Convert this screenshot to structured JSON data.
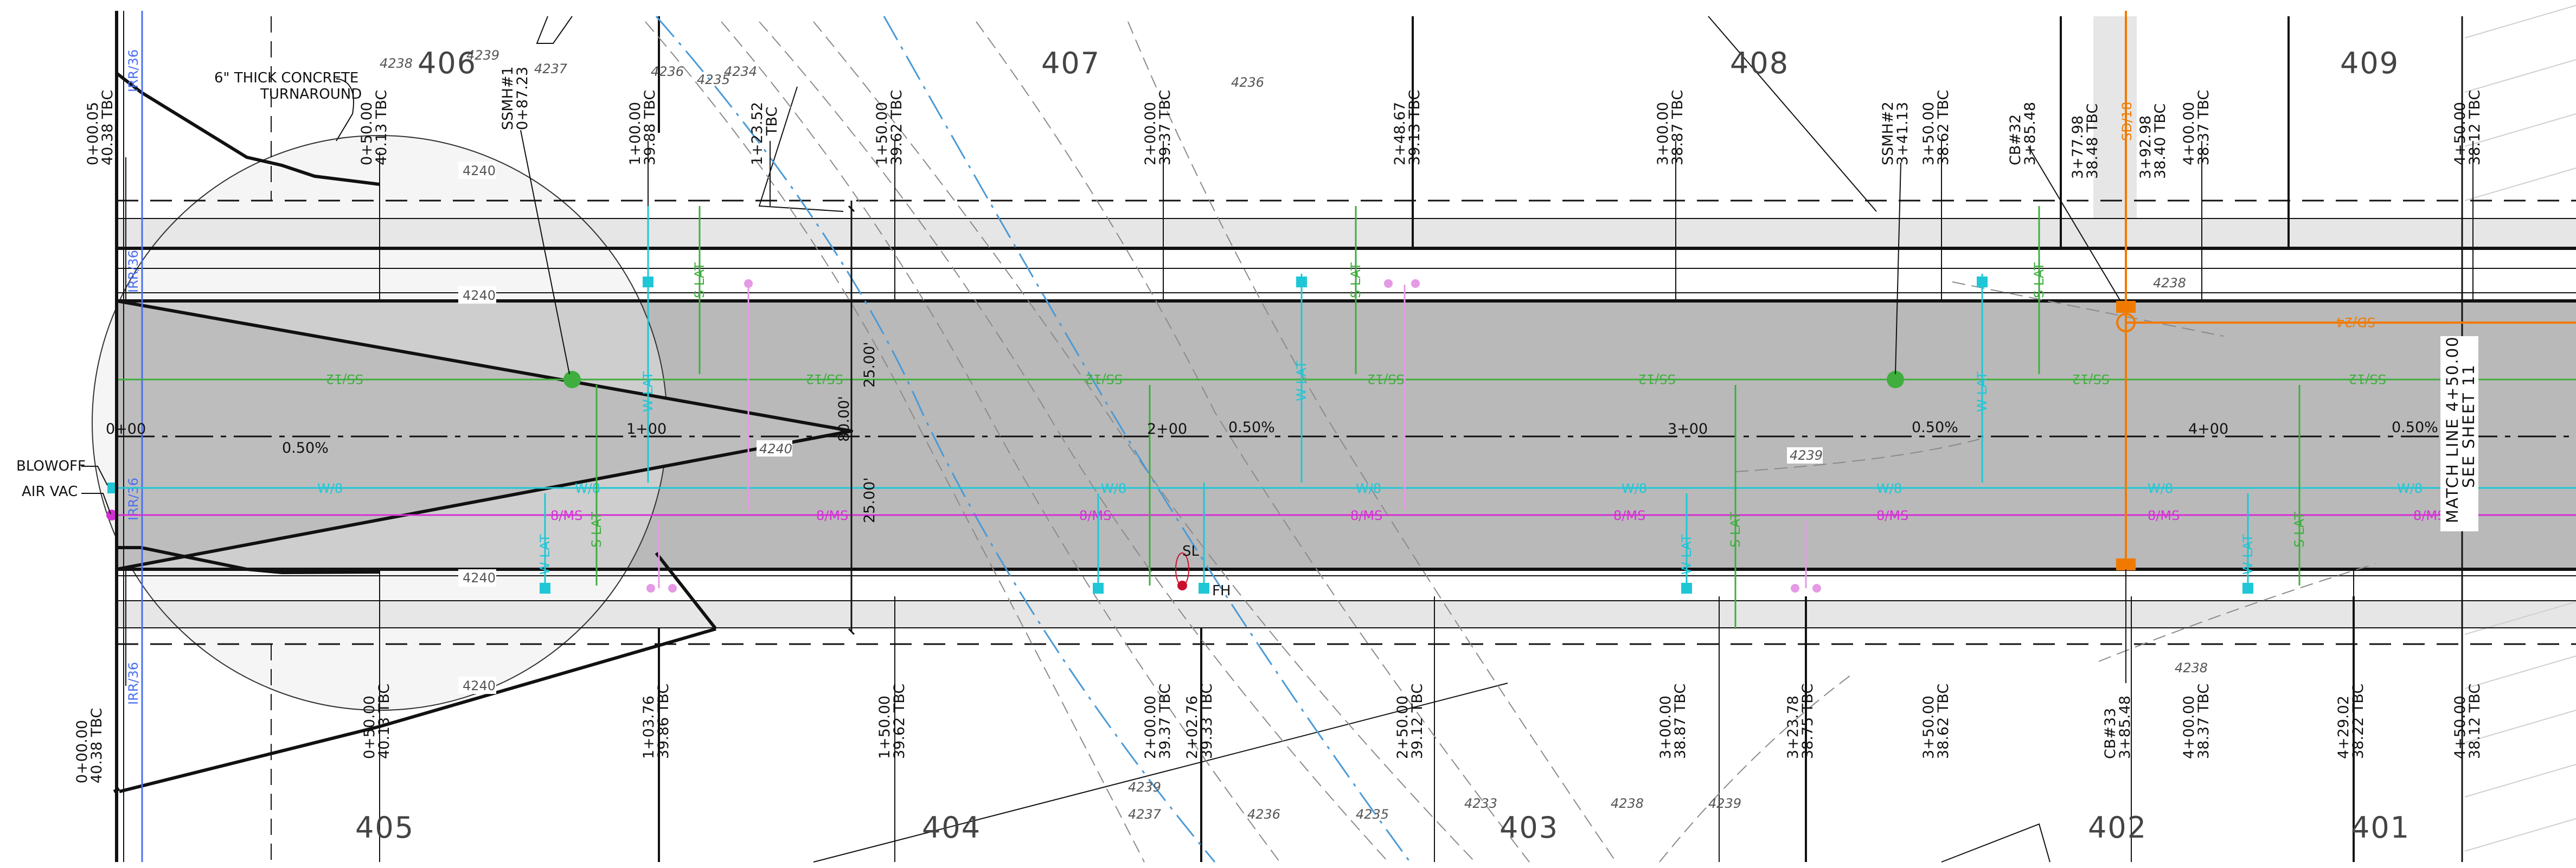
{
  "lots": {
    "l406": "406",
    "l407": "407",
    "l408": "408",
    "l409": "409",
    "l405": "405",
    "l404": "404",
    "l403": "403",
    "l402": "402",
    "l401": "401"
  },
  "stations": {
    "s0": "0+00",
    "s1": "1+00",
    "s2": "2+00",
    "s3": "3+00",
    "s4": "4+00"
  },
  "grades": {
    "g": "0.50%"
  },
  "widths": {
    "w": "25.00'",
    "r": "80.00'"
  },
  "notes": {
    "turnaround_1": "6\" THICK CONCRETE",
    "turnaround_2": "TURNAROUND",
    "blowoff": "BLOWOFF",
    "airvac": "AIR VAC",
    "fh": "FH",
    "sl": "SL"
  },
  "match_line": {
    "line1": "MATCH LINE 4+50.00",
    "line2": "SEE SHEET 11"
  },
  "utilities": {
    "ss": "SS/12",
    "ss_rev": "SS/12",
    "w": "W/8",
    "irr": "8/MS",
    "sd24": "SD/24",
    "sd18": "SD/18",
    "irr36": "IRR/36",
    "wlat": "W LAT",
    "slat": "S LAT"
  },
  "top_labels": [
    {
      "sta": "0+00.05",
      "tbc": "40.38 TBC"
    },
    {
      "sta": "0+50.00",
      "tbc": "40.13 TBC"
    },
    {
      "sta": "SSMH#1",
      "tbc": "0+87.23"
    },
    {
      "sta": "1+00.00",
      "tbc": "39.88 TBC"
    },
    {
      "sta": "1+23.52",
      "tbc": "TBC"
    },
    {
      "sta": "1+50.00",
      "tbc": "39.62 TBC"
    },
    {
      "sta": "2+00.00",
      "tbc": "39.37 TBC"
    },
    {
      "sta": "2+48.67",
      "tbc": "39.13 TBC"
    },
    {
      "sta": "3+00.00",
      "tbc": "38.87 TBC"
    },
    {
      "sta": "SSMH#2",
      "tbc": "3+41.13"
    },
    {
      "sta": "3+50.00",
      "tbc": "38.62 TBC"
    },
    {
      "sta": "CB#32",
      "tbc": "3+85.48"
    },
    {
      "sta": "3+77.98",
      "tbc": "38.48 TBC"
    },
    {
      "sta": "3+92.98",
      "tbc": "38.40 TBC"
    },
    {
      "sta": "4+00.00",
      "tbc": "38.37 TBC"
    },
    {
      "sta": "4+50.00",
      "tbc": "38.12 TBC"
    }
  ],
  "bottom_labels": [
    {
      "sta": "0+00.00",
      "tbc": "40.38 TBC"
    },
    {
      "sta": "0+50.00",
      "tbc": "40.13 TBC"
    },
    {
      "sta": "1+03.76",
      "tbc": "39.86 TBC"
    },
    {
      "sta": "1+50.00",
      "tbc": "39.62 TBC"
    },
    {
      "sta": "2+00.00",
      "tbc": "39.37 TBC"
    },
    {
      "sta": "2+02.76",
      "tbc": "39.33 TBC"
    },
    {
      "sta": "2+50.00",
      "tbc": "39.12 TBC"
    },
    {
      "sta": "3+00.00",
      "tbc": "38.87 TBC"
    },
    {
      "sta": "3+23.78",
      "tbc": "38.75 TBC"
    },
    {
      "sta": "3+50.00",
      "tbc": "38.62 TBC"
    },
    {
      "sta": "CB#33",
      "tbc": "3+85.48"
    },
    {
      "sta": "4+00.00",
      "tbc": "38.37 TBC"
    },
    {
      "sta": "4+29.02",
      "tbc": "38.22 TBC"
    },
    {
      "sta": "4+50.00",
      "tbc": "38.12 TBC"
    }
  ],
  "contours": {
    "c4240": "4240",
    "c4239": "4239",
    "c4238": "4238",
    "c4237": "4237",
    "c4236": "4236",
    "c4235": "4235",
    "c4234": "4234",
    "c4233": "4233"
  },
  "colors": {
    "sewer": "#3fae3f",
    "water": "#1fc7d6",
    "irrigation": "#d62fd6",
    "storm": "#f07a00",
    "irr_line": "#4a6ff0",
    "lateral_pink": "#e59ae5",
    "asphalt": "#b9b9b9",
    "walk": "#e6e6e6"
  }
}
